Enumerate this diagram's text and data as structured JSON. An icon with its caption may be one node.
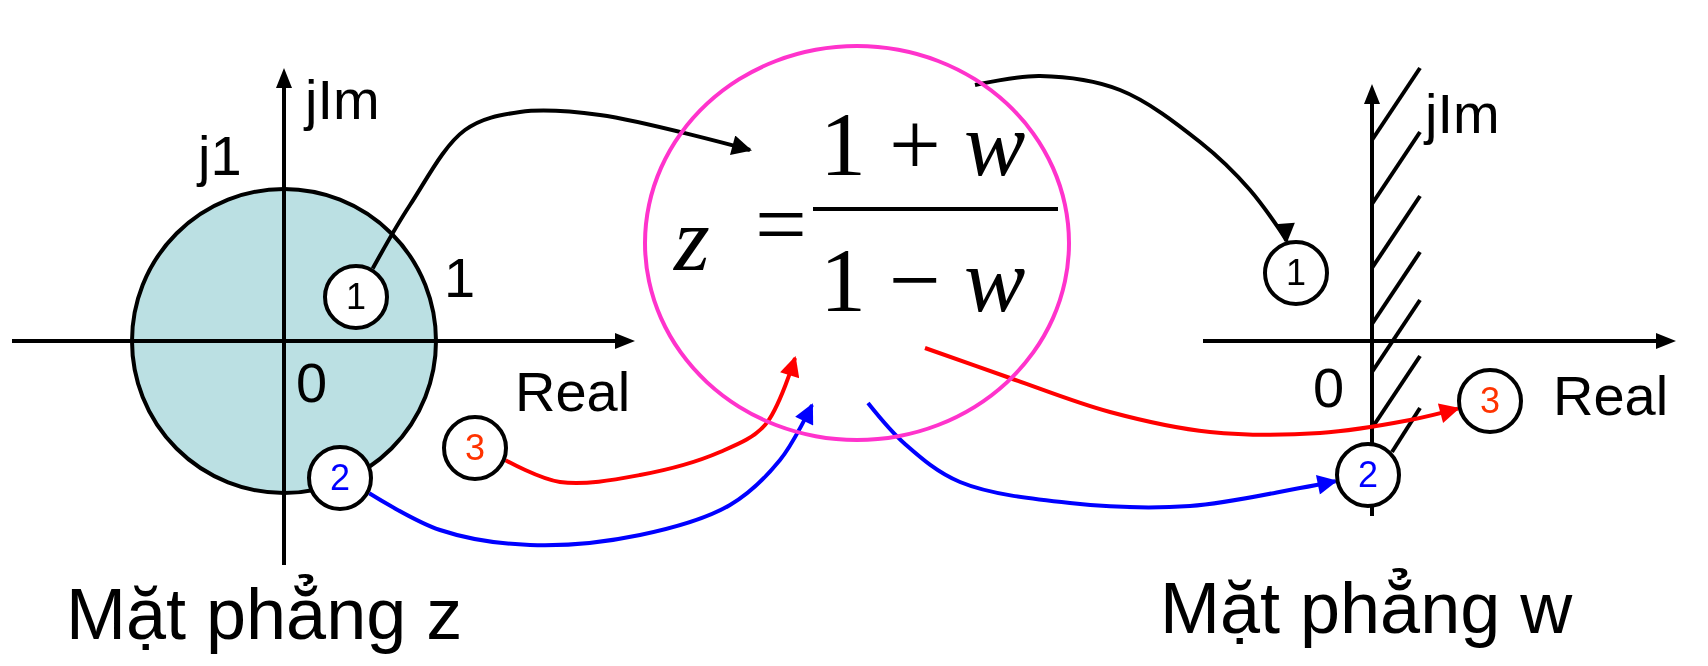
{
  "diagram": {
    "nodes": [
      {
        "text": [
          "z",
          "=",
          "1 + w",
          "1 − w"
        ]
      },
      {
        "text": [
          "1"
        ]
      },
      {
        "text": [
          "2"
        ]
      },
      {
        "text": [
          "3"
        ]
      },
      {
        "text": [
          "1"
        ]
      },
      {
        "text": [
          "3"
        ]
      },
      {
        "text": [
          "2"
        ]
      }
    ],
    "edges": [
      {
        "from": 1,
        "to": 0,
        "arrow": "to"
      },
      {
        "from": 0,
        "to": 4,
        "arrow": "to"
      },
      {
        "from": 3,
        "to": 0,
        "arrow": "to",
        "color": "#ff0000"
      },
      {
        "from": 0,
        "to": 5,
        "arrow": "to",
        "color": "#ff0000"
      },
      {
        "from": 2,
        "to": 0,
        "arrow": "to",
        "color": "#0000ff"
      },
      {
        "from": 0,
        "to": 6,
        "arrow": "to",
        "color": "#0000ff"
      }
    ],
    "labels": [
      "jIm",
      "j1",
      "1",
      "0",
      "Real",
      "Mặt phẳng z",
      "jIm",
      "0",
      "Real",
      "Mặt phẳng w"
    ]
  }
}
